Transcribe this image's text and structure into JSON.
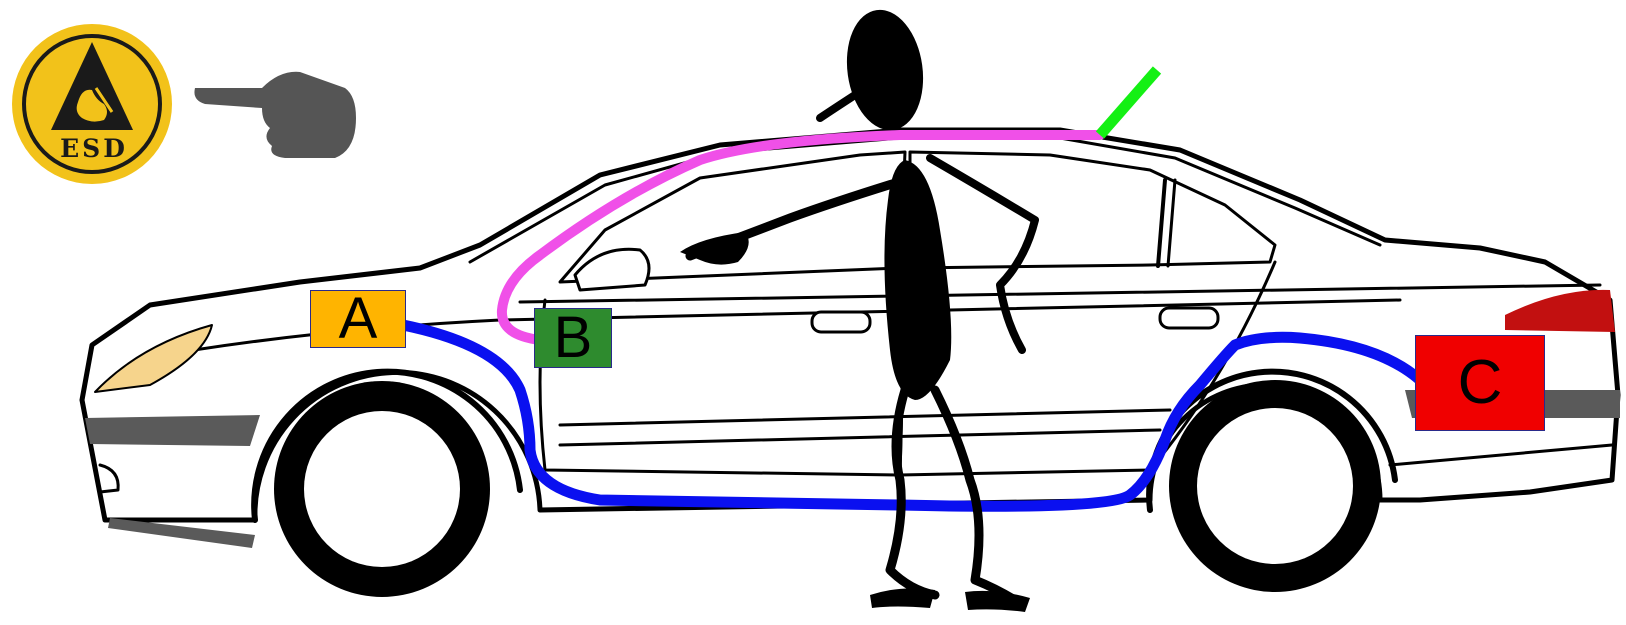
{
  "esd_badge": {
    "text": "ESD",
    "background_color": "#f2c21a",
    "ring_color": "#1a1a1a"
  },
  "pointer_icon": "pointing-hand-icon",
  "labels": {
    "a": {
      "text": "A",
      "color": "#ffb400"
    },
    "b": {
      "text": "B",
      "color": "#2e8b2e"
    },
    "c": {
      "text": "C",
      "color": "#f00000"
    }
  },
  "cables": {
    "blue_color": "#0a10f0",
    "magenta_color": "#f050e8",
    "green_color": "#14f014"
  },
  "figure": {
    "icon": "stick-figure-person-icon",
    "color": "#000000"
  },
  "car": {
    "icon": "sedan-car-icon",
    "outline_color": "#000000"
  }
}
